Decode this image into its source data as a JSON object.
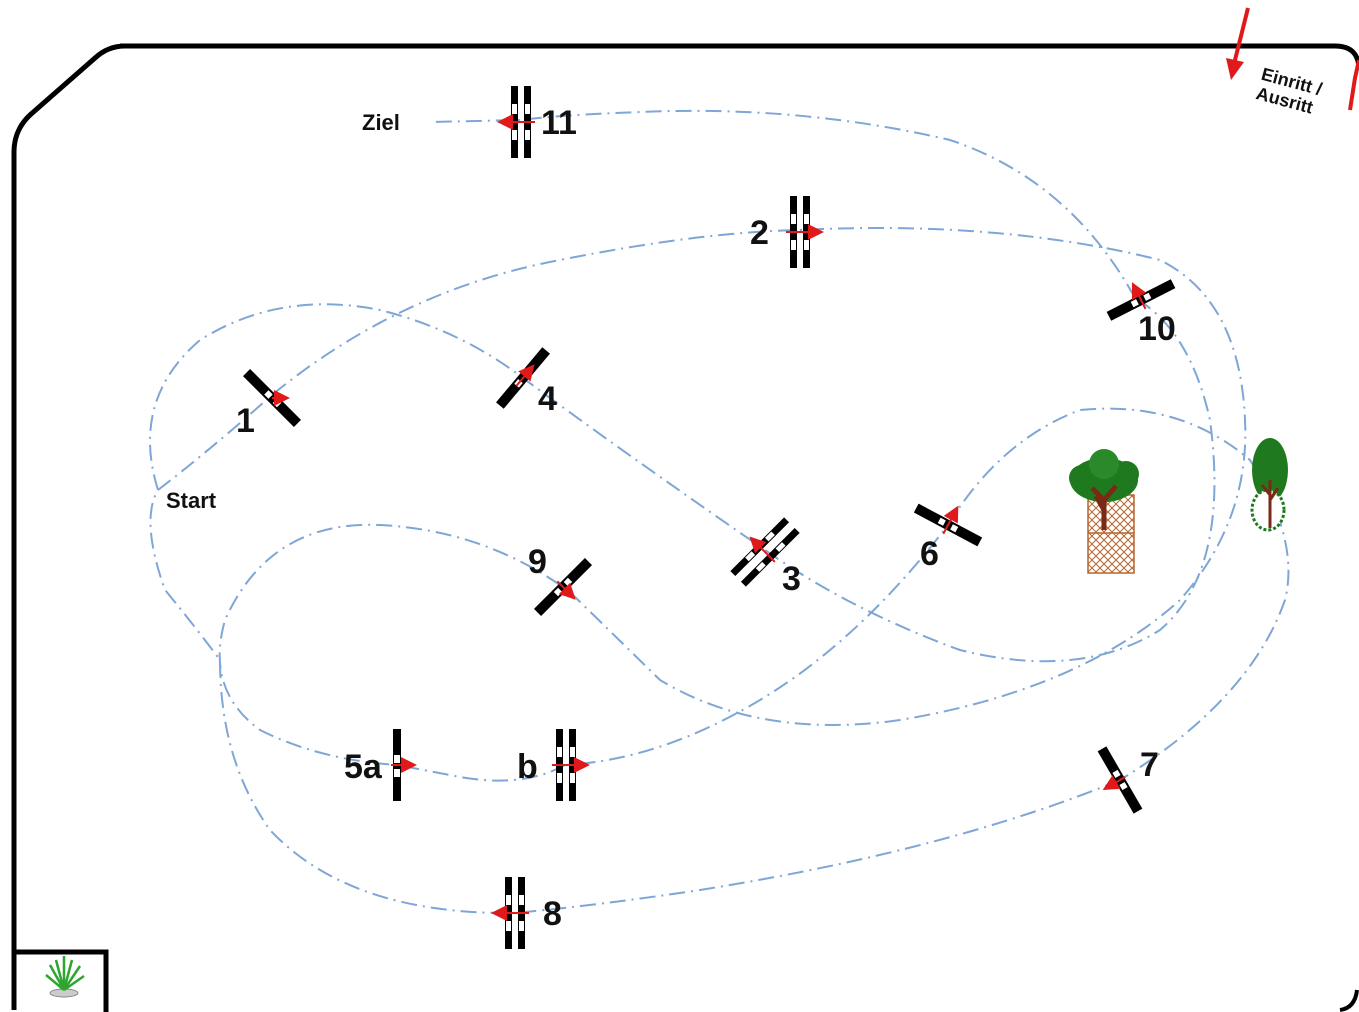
{
  "labels": {
    "start": "Start",
    "finish": "Ziel",
    "gate_line1": "Einritt /",
    "gate_line2": "Ausritt"
  },
  "obstacles": [
    {
      "id": "1",
      "label": "1"
    },
    {
      "id": "2",
      "label": "2"
    },
    {
      "id": "3",
      "label": "3"
    },
    {
      "id": "4",
      "label": "4"
    },
    {
      "id": "5a",
      "label": "5a"
    },
    {
      "id": "5b",
      "label": "b"
    },
    {
      "id": "6",
      "label": "6"
    },
    {
      "id": "7",
      "label": "7"
    },
    {
      "id": "8",
      "label": "8"
    },
    {
      "id": "9",
      "label": "9"
    },
    {
      "id": "10",
      "label": "10"
    },
    {
      "id": "11",
      "label": "11"
    }
  ],
  "colors": {
    "route": "#7ea6d6",
    "arrow": "#e01a1a",
    "arena_border": "#000000",
    "tree_foliage": "#1f7a1f",
    "tree_trunk": "#7a2a14",
    "lattice": "#b5652e"
  },
  "decorations": [
    "tree-with-lattice",
    "small-tree",
    "plant-in-corner"
  ]
}
